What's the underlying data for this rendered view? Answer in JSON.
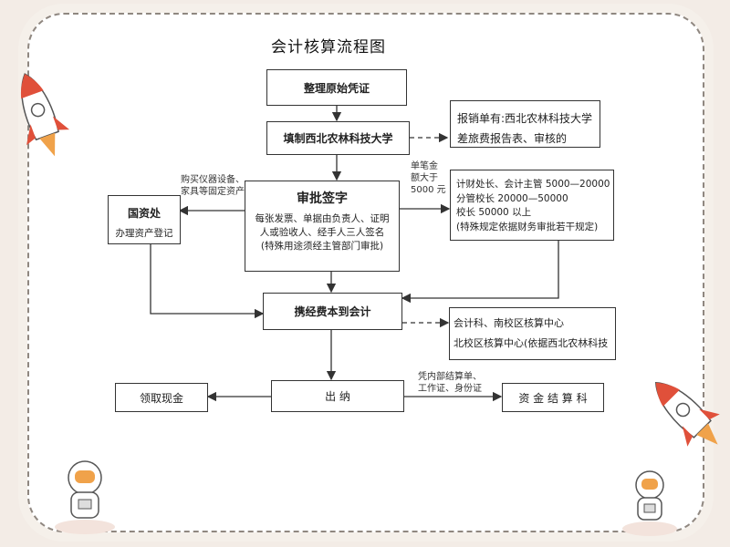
{
  "title": "会计核算流程图",
  "nodes": {
    "organize_vouchers": "整理原始凭证",
    "fill_form": "填制西北农林科技大学",
    "report_form": "报销单有:西北农林科技大学差旅费报告表、审核的",
    "approval_title": "审批签字",
    "approval_lines": [
      "每张发票、单据由负责人、证明",
      "人或验收人、经手人三人签名",
      "(特殊用途须经主管部门审批)"
    ],
    "asset_office_title": "国资处",
    "asset_office_sub": "办理资产登记",
    "approval_levels": [
      "计财处长、会计主管 5000—20000",
      "分管校长 20000—50000",
      "校长 50000 以上",
      "(特殊规定依据财务审批若干规定)"
    ],
    "carry_to_accounting": "携经费本到会计",
    "accounting_sections": [
      "会计科、南校区核算中心",
      "北校区核算中心(依据西北农林科技"
    ],
    "cashier": "出 纳",
    "collect_cash": "领取现金",
    "fund_settlement": "资 金 结 算 科"
  },
  "annotations": {
    "asset_purchase": [
      "购买仪器设备、",
      "家具等固定资产"
    ],
    "threshold": [
      "单笔金",
      "额大于",
      "5000 元"
    ],
    "settlement_docs": [
      "凭内部结算单、",
      "工作证、身份证"
    ]
  },
  "icons": [
    "rocket-icon",
    "rocket-icon",
    "astronaut-icon",
    "astronaut-icon"
  ]
}
